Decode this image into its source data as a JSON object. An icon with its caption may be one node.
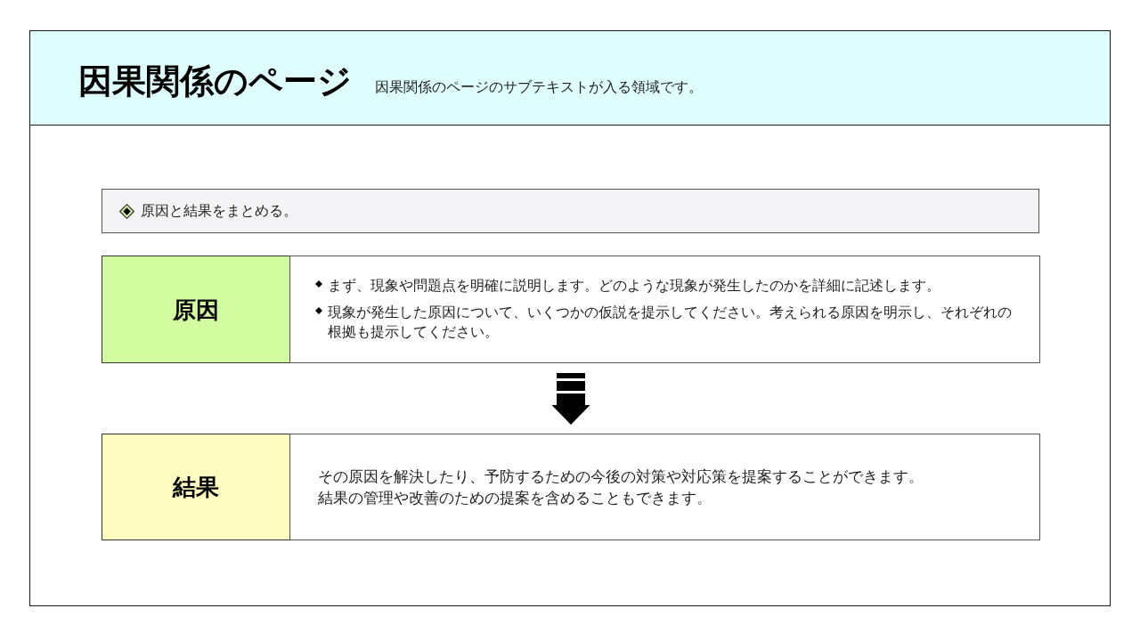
{
  "diagram": {
    "title": "因果関係のページ",
    "nodes": [
      {
        "text": [
          "原因と結果をまとめる。"
        ]
      },
      {
        "text": [
          "原因"
        ]
      },
      {
        "text": [
          "まず、現象や問題点を明確に説明します。どのような現象が発生したのかを詳細に記述します。",
          "現象が発生した原因について、いくつかの仮説を提示してください。考えられる原因を明示し、それぞれの根拠も提示してください。"
        ]
      },
      {
        "text": [
          "結果"
        ]
      },
      {
        "text": [
          "その原因を解決したり、予防するための今後の対策や対応策を提案することができます。",
          "結果の管理や改善のための提案を含めることもできます。"
        ]
      }
    ],
    "edges": [
      {
        "from": 2,
        "to": 4,
        "arrow": "to"
      }
    ],
    "labels": [
      "因果関係のページのサブテキストが入る領域です。"
    ]
  }
}
